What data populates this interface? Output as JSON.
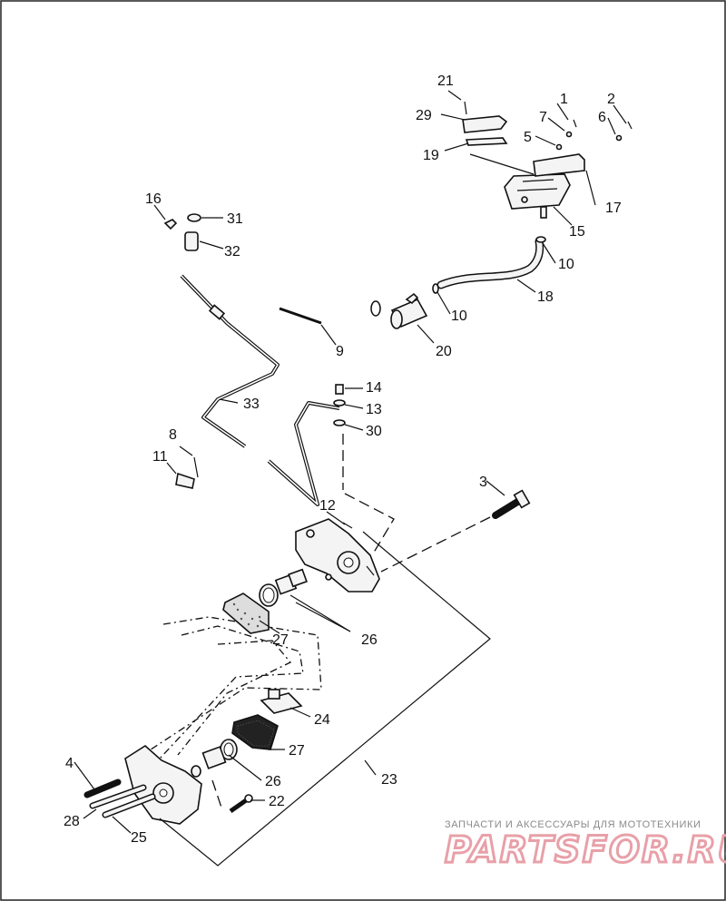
{
  "labels": {
    "n1": "1",
    "n2": "2",
    "n3": "3",
    "n4": "4",
    "n5": "5",
    "n6": "6",
    "n7": "7",
    "n8": "8",
    "n9": "9",
    "n10a": "10",
    "n10b": "10",
    "n11": "11",
    "n12": "12",
    "n13": "13",
    "n14": "14",
    "n15": "15",
    "n16": "16",
    "n17": "17",
    "n18": "18",
    "n19": "19",
    "n20": "20",
    "n21": "21",
    "n22": "22",
    "n23": "23",
    "n24": "24",
    "n25": "25",
    "n26a": "26",
    "n26b": "26",
    "n27a": "27",
    "n27b": "27",
    "n28": "28",
    "n29": "29",
    "n30": "30",
    "n31": "31",
    "n32": "32",
    "n33": "33"
  },
  "watermark": {
    "tagline": "ЗАПЧАСТИ И АКСЕССУАРЫ ДЛЯ МОТОТЕХНИКИ",
    "brand": "PARTSFOR.RU"
  }
}
